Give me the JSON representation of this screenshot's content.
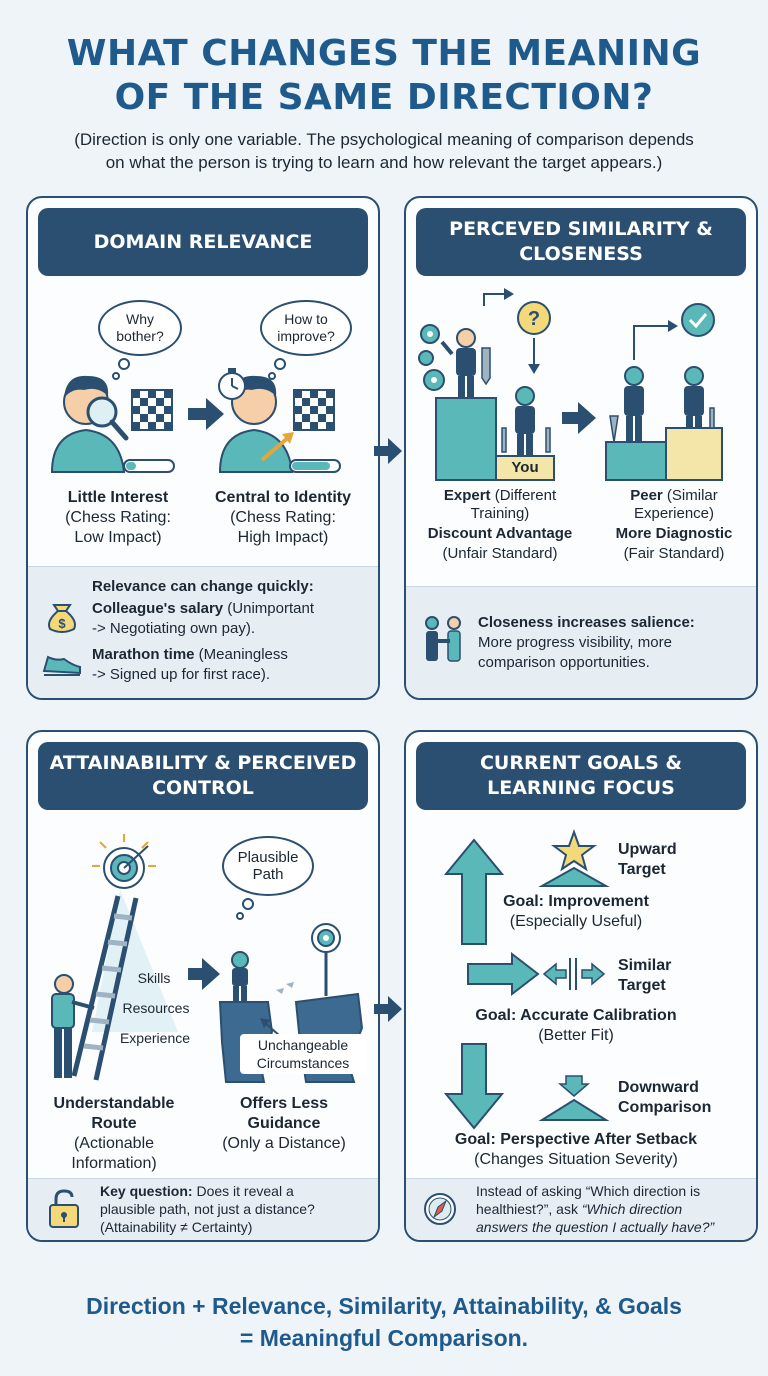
{
  "title_line1": "WHAT CHANGES THE MEANING",
  "title_line2": "OF THE SAME DIRECTION?",
  "subtitle_line1": "(Direction is only one variable. The psychological meaning of comparison depends",
  "subtitle_line2": "on what the person is trying to learn and how relevant the target appears.)",
  "colors": {
    "navy": "#2b4f70",
    "teal": "#5ab8b8",
    "title_blue": "#1f5a8c",
    "sand": "#f3e6a8"
  },
  "domain": {
    "title": "DOMAIN RELEVANCE",
    "bubble_left": "Why bother?",
    "bubble_right": "How to improve?",
    "left_bold": "Little Interest",
    "left_sub1": "(Chess Rating:",
    "left_sub2": "Low Impact)",
    "right_bold": "Central to Identity",
    "right_sub1": "(Chess Rating:",
    "right_sub2": "High Impact)",
    "foot_heading": "Relevance can change quickly:",
    "ex1_bold": "Colleague's salary",
    "ex1_rest": " (Unimportant",
    "ex1_line2": "-> Negotiating own pay).",
    "ex2_bold": "Marathon time",
    "ex2_rest": " (Meaningless",
    "ex2_line2": "-> Signed up for first race).",
    "icons": [
      "magnifier-icon",
      "chessboard-icon",
      "stopwatch-icon",
      "money-bag-icon",
      "running-shoe-icon"
    ]
  },
  "similarity": {
    "title": "PERCEVED SIMILARITY & CLOSENESS",
    "you_label": "You",
    "left_bold": "Expert",
    "left_rest1": " (Different",
    "left_rest2": "Training)",
    "left_bold2": "Discount Advantage",
    "left_sub": "(Unfair Standard)",
    "right_bold": "Peer",
    "right_rest1": " (Similar",
    "right_rest2": "Experience)",
    "right_bold2": "More Diagnostic",
    "right_sub": "(Fair Standard)",
    "foot_bold": "Closeness increases salience:",
    "foot_line2": "More progress visibility, more",
    "foot_line3": "comparison opportunities.",
    "icons": [
      "question-icon",
      "check-icon",
      "gear-icon",
      "wrench-icon",
      "handshake-icon"
    ]
  },
  "attainability": {
    "title": "ATTAINABILITY & PERCEIVED CONTROL",
    "bubble": "Plausible Path",
    "ladder_labels": [
      "Skills",
      "Resources",
      "Experience"
    ],
    "cliff_label1": "Unchangeable",
    "cliff_label2": "Circumstances",
    "left_bold1": "Understandable",
    "left_bold2": "Route",
    "left_sub1": "(Actionable",
    "left_sub2": "Information)",
    "right_bold1": "Offers Less",
    "right_bold2": "Guidance",
    "right_sub": "(Only a Distance)",
    "foot_bold": "Key question:",
    "foot_rest": " Does it reveal a",
    "foot_line2": "plausible path, not just a distance?",
    "foot_line3": "(Attainability ≠ Certainty)",
    "icons": [
      "target-icon",
      "ladder-icon",
      "padlock-icon"
    ]
  },
  "goals": {
    "title": "CURRENT GOALS & LEARNING FOCUS",
    "up_label1": "Upward",
    "up_label2": "Target",
    "up_goal": "Goal: Improvement",
    "up_sub": "(Especially Useful)",
    "mid_label1": "Similar",
    "mid_label2": "Target",
    "mid_goal": "Goal: Accurate Calibration",
    "mid_sub": "(Better Fit)",
    "down_label1": "Downward",
    "down_label2": "Comparison",
    "down_goal": "Goal: Perspective After Setback",
    "down_sub": "(Changes Situation Severity)",
    "foot_line1": "Instead of asking “Which direction is",
    "foot_line2a": "healthiest?”, ask ",
    "foot_line2b": "“Which direction",
    "foot_line3": "answers the question I actually have?”",
    "icons": [
      "star-icon",
      "compass-icon"
    ]
  },
  "footer_line1": "Direction + Relevance, Similarity, Attainability, & Goals",
  "footer_line2": "= Meaningful Comparison."
}
